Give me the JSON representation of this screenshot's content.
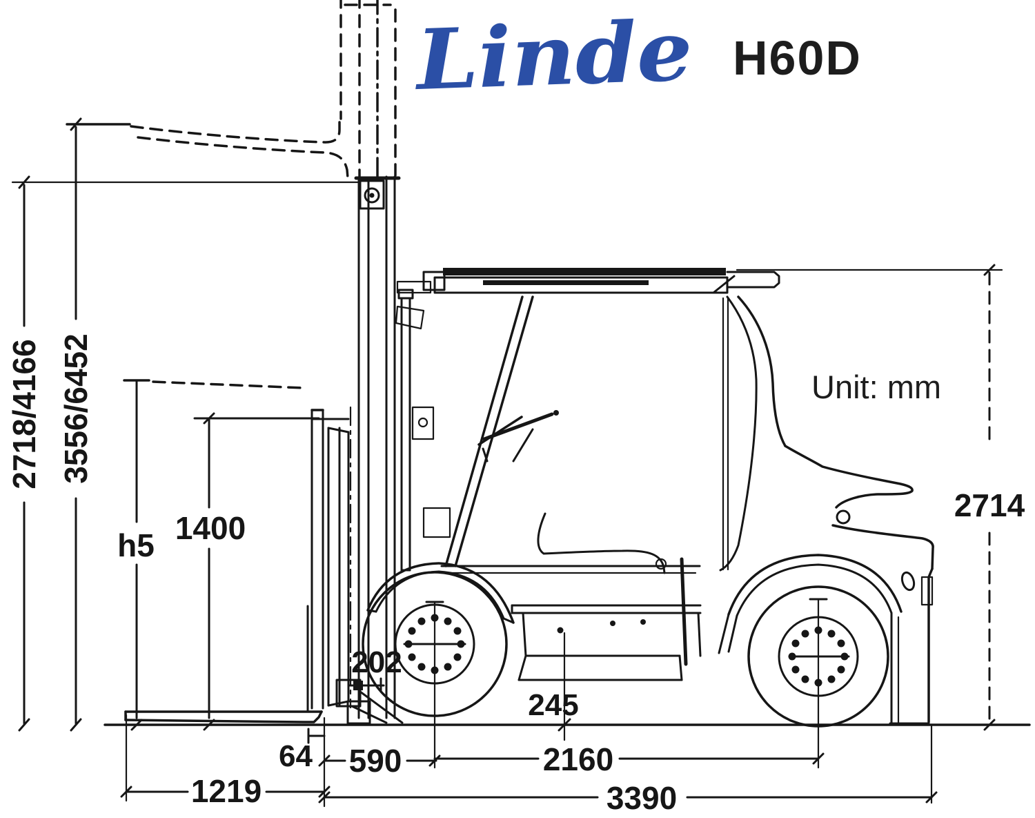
{
  "header": {
    "brand": "Linde",
    "model": "H60D"
  },
  "note": {
    "unit_label": "Unit: mm"
  },
  "colors": {
    "ink": "#161616",
    "brand_blue": "#2b4fa6",
    "paper": "#ffffff"
  },
  "dimensions": {
    "mast_lowered_height": "2718/4166",
    "lift_height": "3556/6452",
    "free_lift": "h5",
    "backrest_height": "1400",
    "overall_height": "2714",
    "mast_offset": "202",
    "ground_clearance": "245",
    "fork_heel": "64",
    "front_overhang": "590",
    "wheelbase": "2160",
    "fork_length": "1219",
    "overall_length": "3390"
  }
}
